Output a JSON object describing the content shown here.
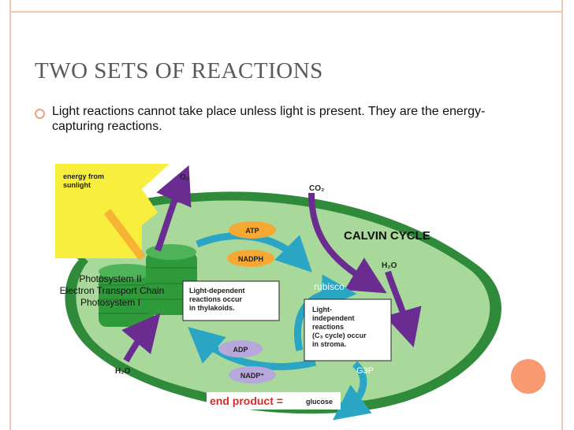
{
  "slide": {
    "title": "TWO SETS OF REACTIONS",
    "bullet": "Light reactions cannot take place unless light is present. They are the energy-capturing reactions."
  },
  "diagram": {
    "sun_label_line1": "energy from",
    "sun_label_line2": "sunlight",
    "o2": "O₂",
    "co2": "CO₂",
    "atp": "ATP",
    "nadph": "NADPH",
    "adp": "ADP",
    "nadp": "NADP⁺",
    "calvin_cycle": "CALVIN CYCLE",
    "h2o_right": "H₂O",
    "h2o_bottom": "H₂O",
    "rubisco": "rubisco",
    "g3p": "G3P",
    "photosystem_ii": "Photosystem II",
    "etc": "Electron Transport Chain",
    "photosystem_i": "Photosystem I",
    "light_dependent_box": [
      "Light-dependent",
      "reactions occur",
      "in thylakoids."
    ],
    "light_independent_box": [
      "Light-",
      "independent",
      "reactions",
      "(C₃ cycle) occur",
      "in stroma."
    ],
    "end_product": "end product =",
    "glucose": "glucose"
  },
  "colors": {
    "accent": "#f79a71",
    "chloroplast": "#a8d89a",
    "thylakoid": "#2f9a3a",
    "arrow_purple": "#6a2c91",
    "arrow_teal": "#2aa6c4",
    "pill_orange": "#f7a833",
    "pill_violet": "#b7a8dc",
    "end_product_red": "#e02828"
  }
}
